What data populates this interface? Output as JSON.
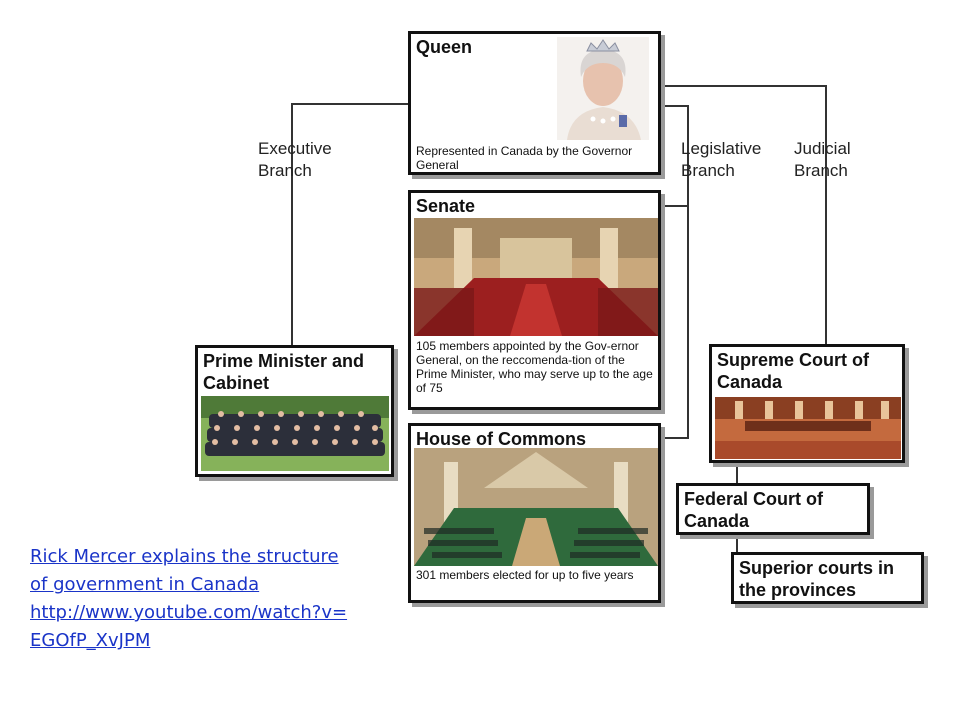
{
  "nodes": {
    "queen": {
      "title": "Queen",
      "caption": "Represented in Canada by the Governor General"
    },
    "senate": {
      "title": "Senate",
      "caption": "105 members appointed by the Gov-ernor General, on the reccomenda-tion of the Prime Minister, who may serve up to the age of 75"
    },
    "pm": {
      "title": "Prime Minister and Cabinet"
    },
    "commons": {
      "title": "House of Commons",
      "caption": "301 members elected for up to five years"
    },
    "supreme": {
      "title": "Supreme Court of Canada"
    },
    "federal": {
      "title": "Federal Court of Canada"
    },
    "superior": {
      "title": "Superior courts in the provinces"
    }
  },
  "branches": {
    "executive": "Executive\nBranch",
    "legislative": "Legislative\nBranch",
    "judicial": "Judicial\nBranch"
  },
  "link": {
    "line1": "Rick Mercer explains the structure",
    "line2": "of government in Canada",
    "line3": "http://www.youtube.com/watch?v=",
    "line4": "EGOfP_XvJPM"
  },
  "colors": {
    "link": "#1a34c8",
    "border": "#111111",
    "shadow": "#9a9a9a"
  }
}
